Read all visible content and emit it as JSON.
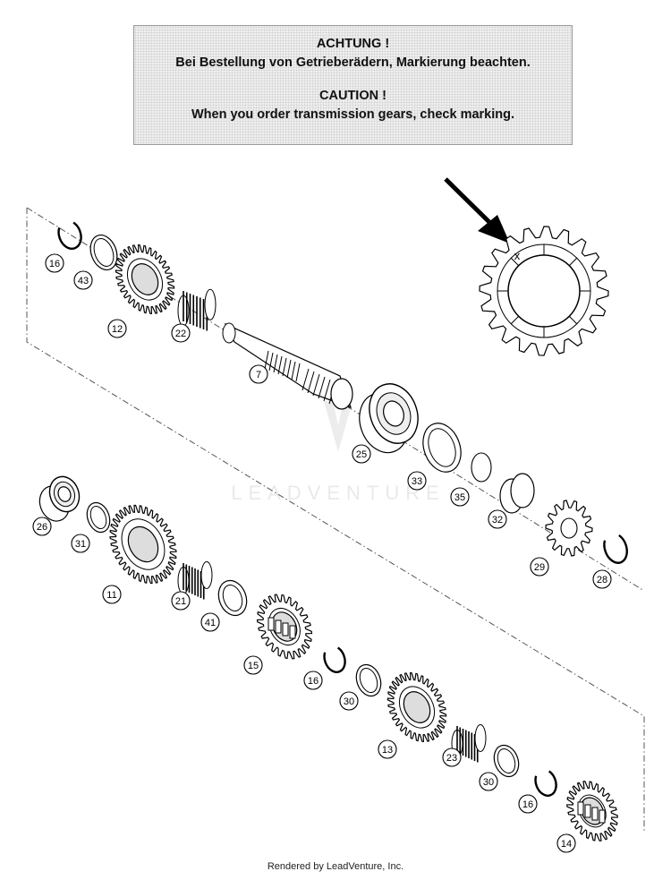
{
  "notice": {
    "de_heading": "ACHTUNG !",
    "de_text": "Bei Bestellung von Getrieberädern, Markierung beachten.",
    "en_heading": "CAUTION !",
    "en_text": "When you order transmission gears, check marking."
  },
  "detail_marker": "x",
  "watermark": "LEADVENTURE",
  "callouts": [
    "16",
    "43",
    "12",
    "22",
    "7",
    "25",
    "33",
    "35",
    "32",
    "29",
    "28",
    "26",
    "31",
    "11",
    "21",
    "41",
    "15",
    "16",
    "30",
    "13",
    "23",
    "30",
    "16",
    "14"
  ],
  "footer": "Rendered by LeadVenture, Inc."
}
